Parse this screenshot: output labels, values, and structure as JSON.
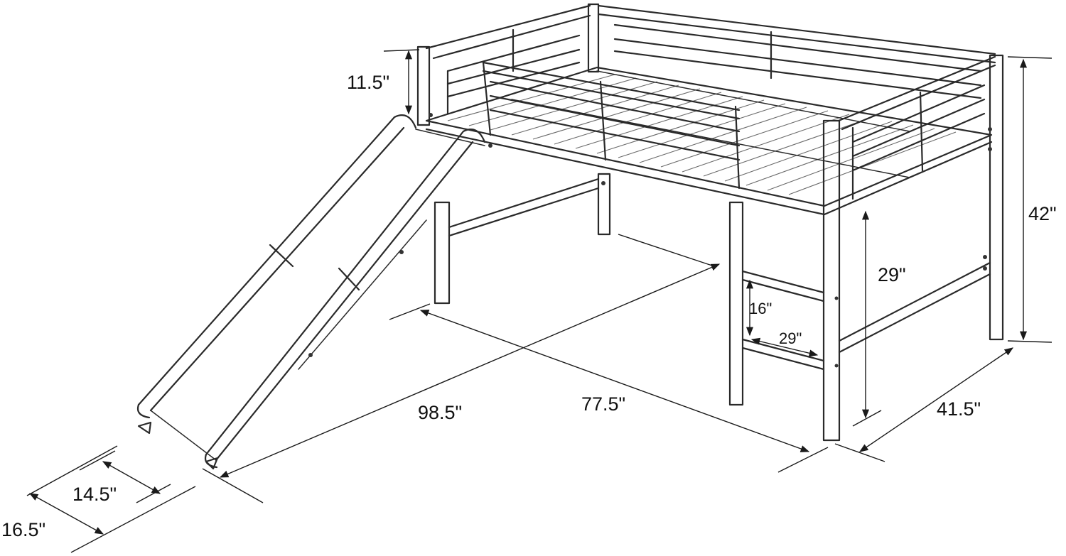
{
  "diagram": {
    "dimensions": {
      "guard_height": "11.5\"",
      "total_height": "42\"",
      "clearance_height": "29\"",
      "ladder_height": "16\"",
      "ladder_width": "29\"",
      "total_length": "98.5\"",
      "bed_length": "77.5\"",
      "bed_width": "41.5\"",
      "slide_inner_width": "14.5\"",
      "slide_outer_width": "16.5\""
    },
    "colors": {
      "line": "#2a2a2a",
      "background": "#ffffff"
    }
  }
}
